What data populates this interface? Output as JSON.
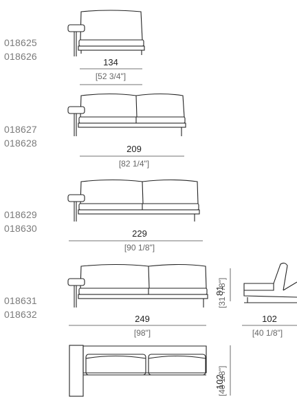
{
  "modules": [
    {
      "codes": [
        "018625",
        "018626"
      ],
      "width_cm": "134",
      "width_in": "[52 3/4\"]"
    },
    {
      "codes": [
        "018627",
        "018628"
      ],
      "width_cm": "209",
      "width_in": "[82 1/4\"]"
    },
    {
      "codes": [
        "018629",
        "018630"
      ],
      "width_cm": "229",
      "width_in": "[90 1/8\"]"
    },
    {
      "codes": [
        "018631",
        "018632"
      ],
      "width_cm": "249",
      "width_in": "[98\"]"
    }
  ],
  "side_view": {
    "depth_cm": "102",
    "depth_in": "[40 1/8\"]",
    "height_cm": "81",
    "height_in": "[31 7/8\"]"
  },
  "top_view": {
    "depth_cm": "102",
    "depth_in": "[40 1/8\"]"
  }
}
